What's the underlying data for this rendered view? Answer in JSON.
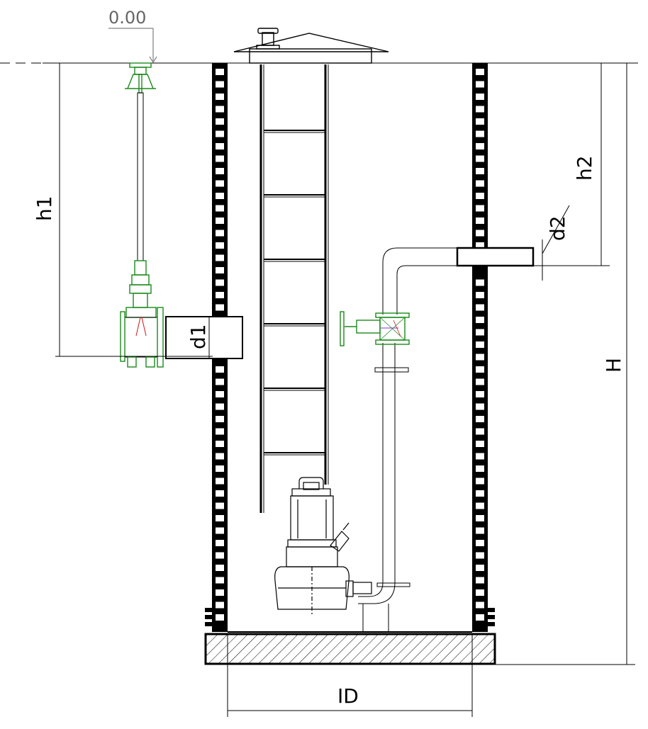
{
  "labels": {
    "level": "0.00",
    "h1": "h1",
    "h2": "h2",
    "d1": "d1",
    "d2": "d2",
    "H": "H",
    "ID": "ID"
  },
  "colors": {
    "line": "#000000",
    "valve": "#1a8a1a",
    "datum": "#666666",
    "accent_red": "#d01818",
    "accent_purple": "#8a2be2"
  }
}
